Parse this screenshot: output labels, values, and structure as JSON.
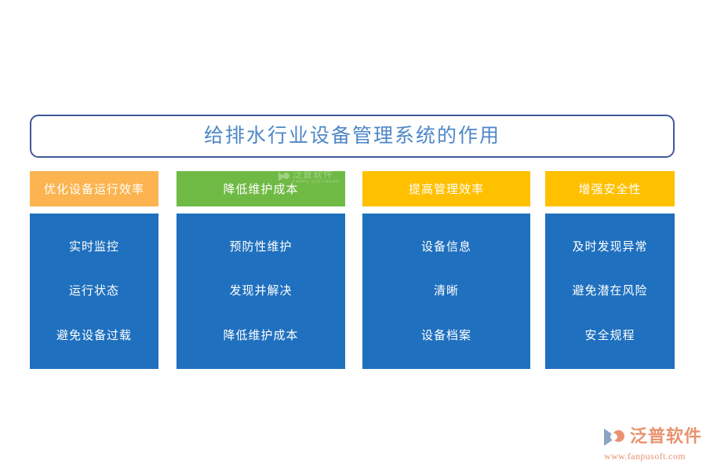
{
  "title": {
    "text": "给排水行业设备管理系统的作用",
    "border_color": "#41599B",
    "text_color": "#4E87C7"
  },
  "columns": [
    {
      "header": "优化设备运行效率",
      "header_color": "#FBB450",
      "body_color": "#1F70BE",
      "items": [
        "实时监控",
        "运行状态",
        "避免设备过载"
      ]
    },
    {
      "header": "降低维护成本",
      "header_color": "#6FBA44",
      "body_color": "#1F70BE",
      "items": [
        "预防性维护",
        "发现并解决",
        "降低维护成本"
      ]
    },
    {
      "header": "提高管理效率",
      "header_color": "#FFC000",
      "body_color": "#1F70BE",
      "items": [
        "设备信息",
        "清晰",
        "设备档案"
      ]
    },
    {
      "header": "增强安全性",
      "header_color": "#FFC000",
      "body_color": "#1F70BE",
      "items": [
        "及时发现异常",
        "避免潜在风险",
        "安全规程"
      ]
    }
  ],
  "watermark": {
    "name_cn": "泛普软件",
    "name_en": "FANPU SOFTWARE"
  },
  "logo": {
    "name_cn": "泛普软件",
    "url": "www.fanpusoft.com",
    "color": "#E9926E"
  }
}
